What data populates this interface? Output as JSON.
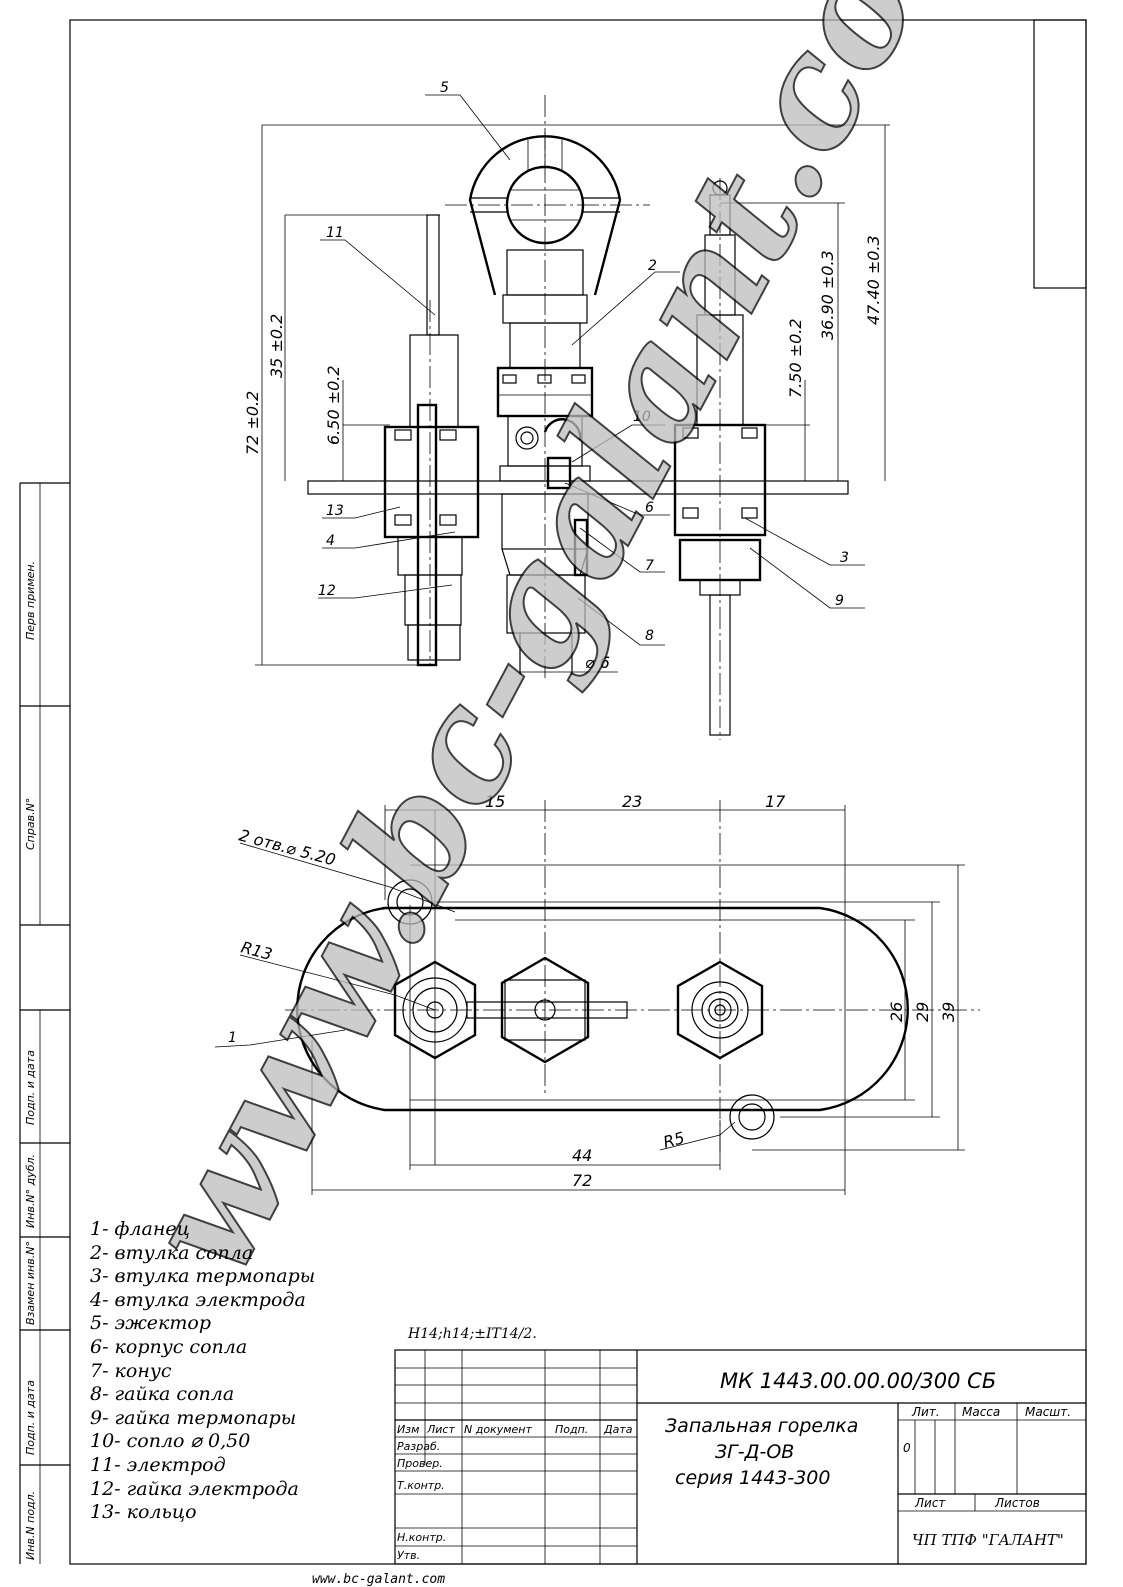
{
  "drawing": {
    "designation": "МК 1443.00.00.00/300 СБ",
    "title_line1": "Запальная горелка",
    "title_line2": "ЗГ-Д-ОВ",
    "title_line3": "серия 1443-300",
    "company": "ЧП ТПФ \"ГАЛАНТ\"",
    "tolerance_note": "H14;h14;±IT14/2.",
    "website": "www.bc-galant.com",
    "watermark": "www.bc-galant.com",
    "lit_value": "0"
  },
  "title_block": {
    "col_izm": "Изм",
    "col_list": "Лист",
    "col_ndoc": "N документ",
    "col_podp": "Подп.",
    "col_data": "Дата",
    "row_razrab": "Разраб.",
    "row_prover": "Провер.",
    "row_tkontr": "Т.контр.",
    "row_nkontr": "Н.контр.",
    "row_utv": "Утв.",
    "lit": "Лит.",
    "massa": "Масса",
    "masht": "Масшт.",
    "list": "Лист",
    "listov": "Листов"
  },
  "side_stamps": {
    "perv_primen": "Перв примен.",
    "sprav_n": "Справ.N°",
    "podp_data1": "Подп. и дата",
    "inv_dubl": "Инв.N° дубл.",
    "vzamen_inv": "Взамен инв.N°",
    "podp_data2": "Подп. и дата",
    "inv_podl": "Инв.N подл."
  },
  "legend": [
    "1- фланец",
    "2- втулка сопла",
    "3- втулка термопары",
    "4- втулка электрода",
    "5- эжектор",
    "6- корпус сопла",
    "7- конус",
    "8- гайка сопла",
    "9- гайка термопары",
    "10- сопло ⌀ 0,50",
    "11- электрод",
    "12- гайка электрода",
    "13- кольцо"
  ],
  "dimensions_front": {
    "d72": "72 ±0.2",
    "d35": "35 ±0.2",
    "d650": "6.50 ±0.2",
    "d750": "7.50 ±0.2",
    "d3690": "36.90 ±0.3",
    "d4740": "47.40 ±0.3",
    "dia6": "⌀ 6"
  },
  "dimensions_top": {
    "d15": "15",
    "d23": "23",
    "d17": "17",
    "holes": "2 отв.⌀ 5.20",
    "r13": "R13",
    "r5": "R5",
    "d26": "26",
    "d29": "29",
    "d39": "39",
    "d44": "44",
    "d72": "72"
  },
  "callouts": [
    "1",
    "2",
    "3",
    "4",
    "5",
    "6",
    "7",
    "8",
    "9",
    "10",
    "11",
    "12",
    "13"
  ]
}
